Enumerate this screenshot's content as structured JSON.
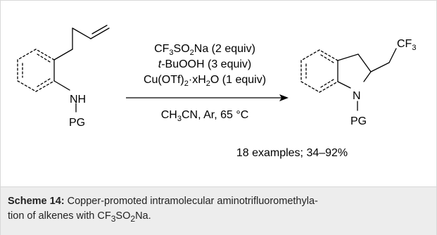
{
  "reagents": {
    "line1": {
      "a": "CF",
      "a_sub": "3",
      "b": "SO",
      "b_sub": "2",
      "c": "Na (2 equiv)"
    },
    "line2": {
      "a": "t",
      "b": "-BuOOH (3 equiv)"
    },
    "line3": {
      "a": "Cu(OTf)",
      "a_sub": "2",
      "b": "·xH",
      "b_sub": "2",
      "c": "O (1 equiv)"
    },
    "conditions": {
      "a": "CH",
      "a_sub": "3",
      "b": "CN, Ar, 65 °C"
    }
  },
  "substrate": {
    "nh_label": "NH",
    "pg_label": "PG"
  },
  "product": {
    "cf3": {
      "a": "CF",
      "a_sub": "3"
    },
    "n_label": "N",
    "pg_label": "PG"
  },
  "yield_text": "18 examples; 34–92%",
  "caption": {
    "label": "Scheme 14:",
    "line1_text": " Copper-promoted intramolecular aminotrifluoromethyla-",
    "line2_a": "tion of alkenes with CF",
    "line2_sub": "3",
    "line2_b": "SO",
    "line2_sub2": "2",
    "line2_c": "Na."
  }
}
